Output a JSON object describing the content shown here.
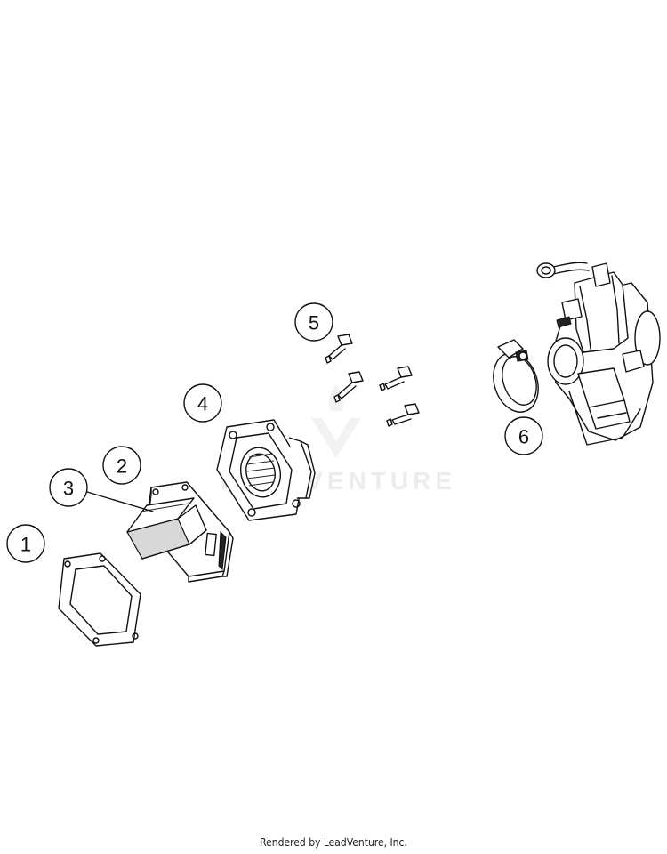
{
  "callouts": [
    {
      "num": "1"
    },
    {
      "num": "2"
    },
    {
      "num": "3"
    },
    {
      "num": "4"
    },
    {
      "num": "5"
    },
    {
      "num": "6"
    }
  ],
  "watermark": {
    "text": "LEADVENTURE"
  },
  "footer": {
    "text": "Rendered by LeadVenture, Inc."
  }
}
